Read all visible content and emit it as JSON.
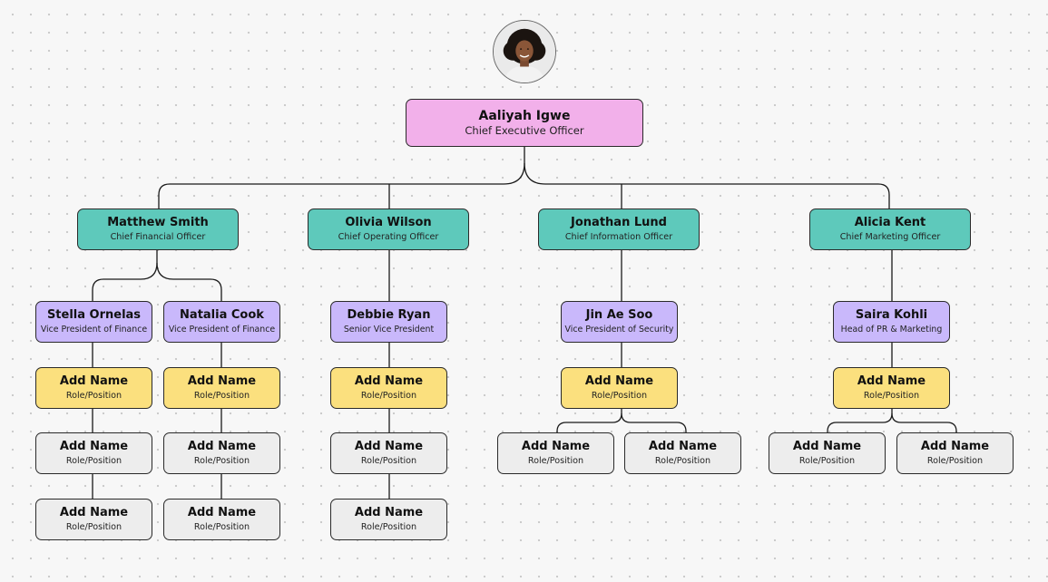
{
  "ceo": {
    "name": "Aaliyah Igwe",
    "role": "Chief Executive Officer",
    "avatar_icon": "person-portrait-icon"
  },
  "executives": [
    {
      "name": "Matthew Smith",
      "role": "Chief Financial Officer",
      "reports": [
        {
          "name": "Stella Ornelas",
          "role": "Vice President of Finance",
          "slots": [
            {
              "name": "Add Name",
              "role": "Role/Position"
            },
            {
              "name": "Add Name",
              "role": "Role/Position"
            },
            {
              "name": "Add Name",
              "role": "Role/Position"
            }
          ]
        },
        {
          "name": "Natalia Cook",
          "role": "Vice President of Finance",
          "slots": [
            {
              "name": "Add Name",
              "role": "Role/Position"
            },
            {
              "name": "Add Name",
              "role": "Role/Position"
            },
            {
              "name": "Add Name",
              "role": "Role/Position"
            }
          ]
        }
      ]
    },
    {
      "name": "Olivia Wilson",
      "role": "Chief Operating Officer",
      "reports": [
        {
          "name": "Debbie Ryan",
          "role": "Senior Vice President",
          "slots": [
            {
              "name": "Add Name",
              "role": "Role/Position"
            },
            {
              "name": "Add Name",
              "role": "Role/Position"
            },
            {
              "name": "Add Name",
              "role": "Role/Position"
            }
          ]
        }
      ]
    },
    {
      "name": "Jonathan Lund",
      "role": "Chief Information Officer",
      "reports": [
        {
          "name": "Jin Ae Soo",
          "role": "Vice President of Security",
          "slots": [
            {
              "name": "Add Name",
              "role": "Role/Position"
            },
            {
              "name": "Add Name",
              "role": "Role/Position"
            },
            {
              "name": "Add Name",
              "role": "Role/Position"
            }
          ]
        }
      ]
    },
    {
      "name": "Alicia Kent",
      "role": "Chief Marketing Officer",
      "reports": [
        {
          "name": "Saira Kohli",
          "role": "Head of PR & Marketing",
          "slots": [
            {
              "name": "Add Name",
              "role": "Role/Position"
            },
            {
              "name": "Add Name",
              "role": "Role/Position"
            },
            {
              "name": "Add Name",
              "role": "Role/Position"
            }
          ]
        }
      ]
    }
  ],
  "colors": {
    "ceo": "#f2b0ea",
    "executive": "#5ec9bb",
    "vice_president": "#c9b8fb",
    "placeholder_highlight": "#fbe07e",
    "placeholder": "#ededed",
    "connector": "#1a1a1a"
  }
}
